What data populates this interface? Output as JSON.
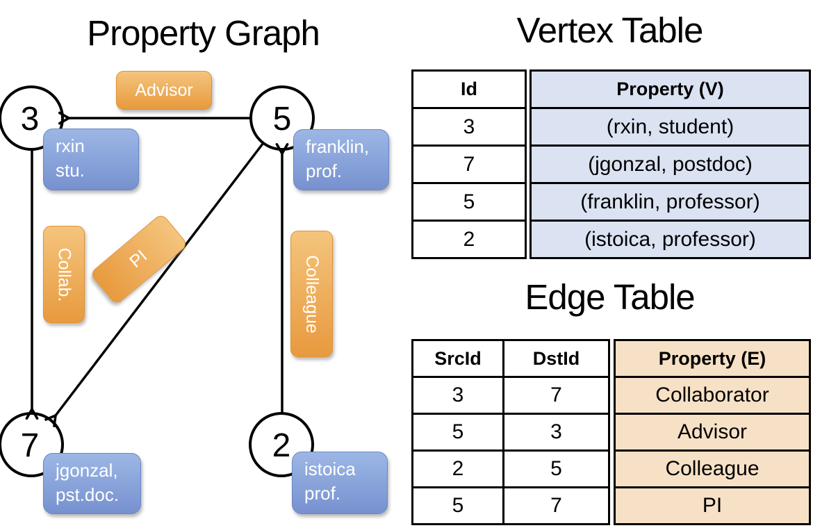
{
  "graph": {
    "title": "Property Graph",
    "nodes": [
      {
        "id": "3",
        "prop_line1": "rxin",
        "prop_line2": "stu."
      },
      {
        "id": "5",
        "prop_line1": "franklin,",
        "prop_line2": "prof."
      },
      {
        "id": "7",
        "prop_line1": "jgonzal,",
        "prop_line2": "pst.doc."
      },
      {
        "id": "2",
        "prop_line1": "istoica",
        "prop_line2": "prof."
      }
    ],
    "edges": [
      {
        "label": "Advisor",
        "src": "5",
        "dst": "3"
      },
      {
        "label": "Collab.",
        "src": "3",
        "dst": "7"
      },
      {
        "label": "PI",
        "src": "5",
        "dst": "7"
      },
      {
        "label": "Colleague",
        "src": "2",
        "dst": "5"
      }
    ]
  },
  "vertex_table": {
    "title": "Vertex Table",
    "columns": {
      "id": "Id",
      "property": "Property (V)"
    },
    "rows": [
      {
        "id": "3",
        "property": "(rxin, student)"
      },
      {
        "id": "7",
        "property": "(jgonzal, postdoc)"
      },
      {
        "id": "5",
        "property": "(franklin, professor)"
      },
      {
        "id": "2",
        "property": "(istoica, professor)"
      }
    ]
  },
  "edge_table": {
    "title": "Edge Table",
    "columns": {
      "src": "SrcId",
      "dst": "DstId",
      "property": "Property (E)"
    },
    "rows": [
      {
        "src": "3",
        "dst": "7",
        "property": "Collaborator"
      },
      {
        "src": "5",
        "dst": "3",
        "property": "Advisor"
      },
      {
        "src": "2",
        "dst": "5",
        "property": "Colleague"
      },
      {
        "src": "5",
        "dst": "7",
        "property": "PI"
      }
    ]
  },
  "colors": {
    "edge_label_orange_top": "#f4c47d",
    "edge_label_orange_bottom": "#e89a3e",
    "vertex_box_blue_top": "#9cb7e5",
    "vertex_box_blue_bottom": "#7791d0",
    "vertex_table_cell_fill": "#dbe3f2",
    "edge_table_cell_fill": "#f7e1c6",
    "line_color": "#000000",
    "label_text_color": "#ffffff"
  }
}
